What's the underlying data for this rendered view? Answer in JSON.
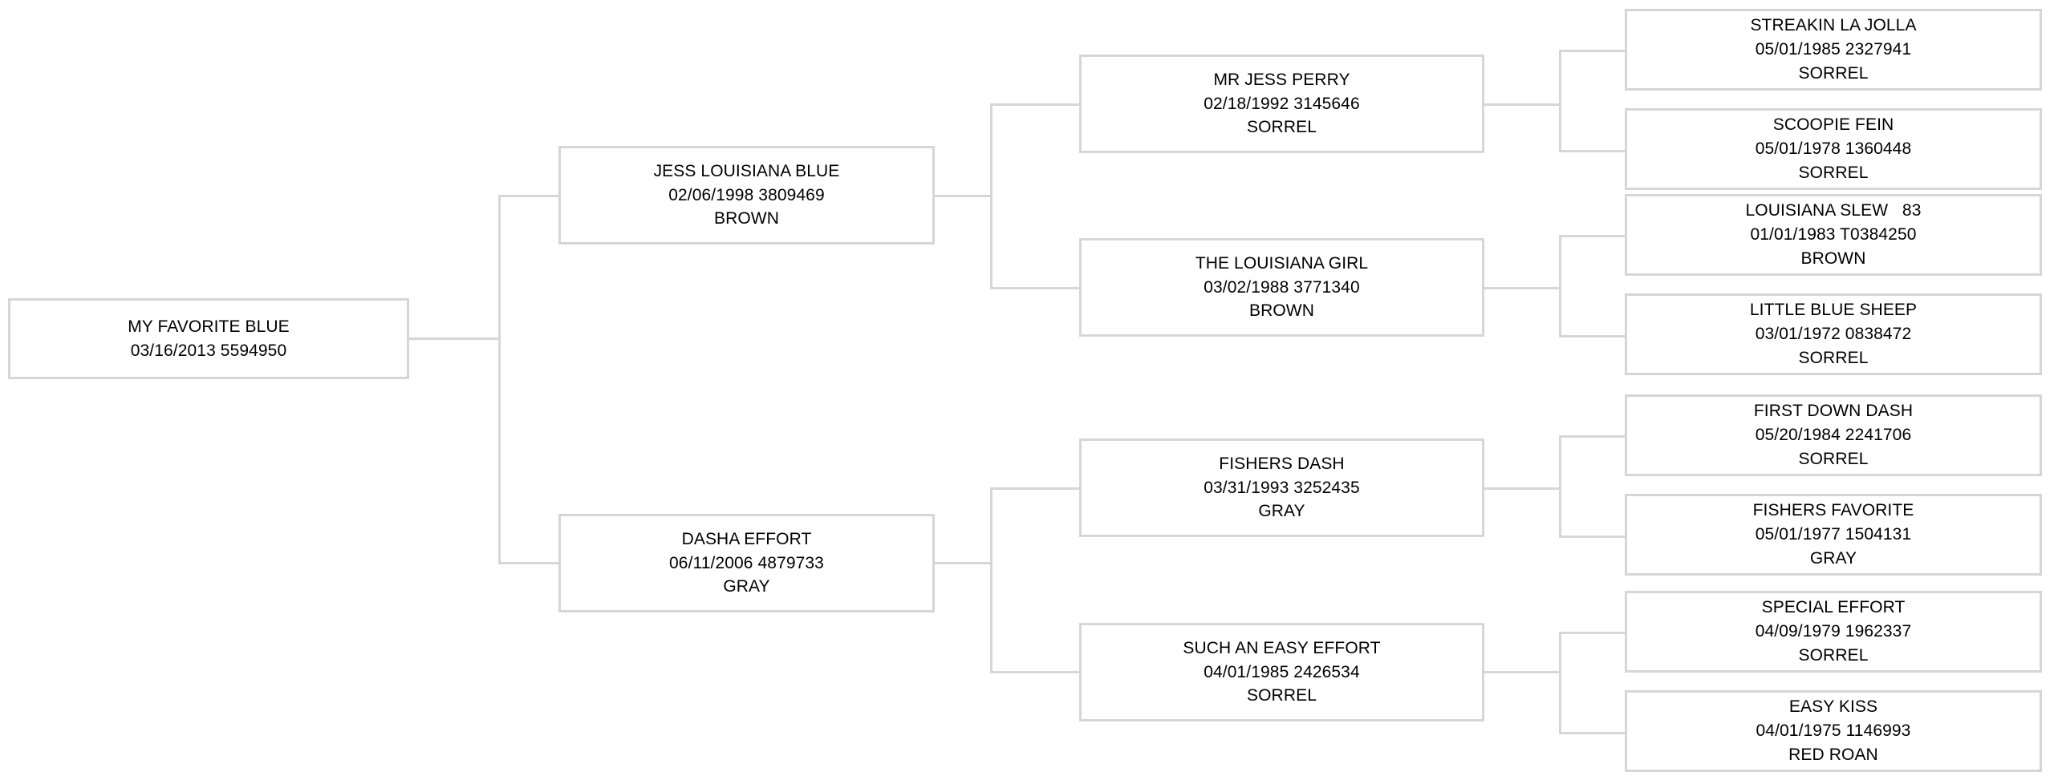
{
  "chart": {
    "type": "pedigree-tree",
    "title": "",
    "generations": 4,
    "line_color": "#d6d6d6",
    "text_color": "#000000",
    "background": "#ffffff"
  },
  "nodes": {
    "gen1": {
      "subject": {
        "name": "MY FAVORITE BLUE",
        "birth_and_registration": "03/16/2013 5594950",
        "color": ""
      }
    },
    "gen2": {
      "sire": {
        "name": "JESS LOUISIANA BLUE",
        "birth_and_registration": "02/06/1998 3809469",
        "color": "BROWN"
      },
      "dam": {
        "name": "DASHA EFFORT",
        "birth_and_registration": "06/11/2006 4879733",
        "color": "GRAY"
      }
    },
    "gen3": {
      "sire_sire": {
        "name": "MR JESS PERRY",
        "birth_and_registration": "02/18/1992 3145646",
        "color": "SORREL"
      },
      "sire_dam": {
        "name": "THE LOUISIANA GIRL",
        "birth_and_registration": "03/02/1988 3771340",
        "color": "BROWN"
      },
      "dam_sire": {
        "name": "FISHERS DASH",
        "birth_and_registration": "03/31/1993 3252435",
        "color": "GRAY"
      },
      "dam_dam": {
        "name": "SUCH AN EASY EFFORT",
        "birth_and_registration": "04/01/1985 2426534",
        "color": "SORREL"
      }
    },
    "gen4": {
      "n1": {
        "name": "STREAKIN LA JOLLA",
        "birth_and_registration": "05/01/1985 2327941",
        "color": "SORREL"
      },
      "n2": {
        "name": "SCOOPIE FEIN",
        "birth_and_registration": "05/01/1978 1360448",
        "color": "SORREL"
      },
      "n3": {
        "name": "LOUISIANA SLEW   83",
        "birth_and_registration": "01/01/1983 T0384250",
        "color": "BROWN"
      },
      "n4": {
        "name": "LITTLE BLUE SHEEP",
        "birth_and_registration": "03/01/1972 0838472",
        "color": "SORREL"
      },
      "n5": {
        "name": "FIRST DOWN DASH",
        "birth_and_registration": "05/20/1984 2241706",
        "color": "SORREL"
      },
      "n6": {
        "name": "FISHERS FAVORITE",
        "birth_and_registration": "05/01/1977 1504131",
        "color": "GRAY"
      },
      "n7": {
        "name": "SPECIAL EFFORT",
        "birth_and_registration": "04/09/1979 1962337",
        "color": "SORREL"
      },
      "n8": {
        "name": "EASY KISS",
        "birth_and_registration": "04/01/1975 1146993",
        "color": "RED ROAN"
      }
    }
  }
}
